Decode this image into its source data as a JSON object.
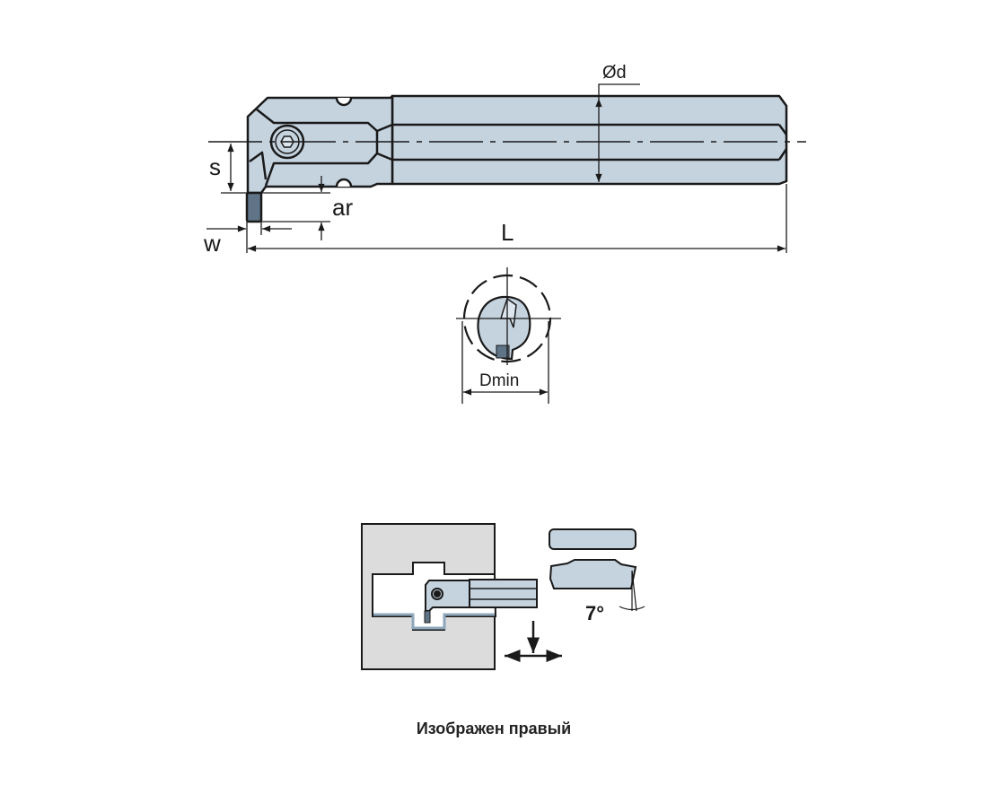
{
  "labels": {
    "s": "s",
    "ar": "ar",
    "w": "w",
    "L": "L",
    "d": "Ød",
    "dmin": "Dmin",
    "angle": "7°"
  },
  "caption": "Изображен правый",
  "colors": {
    "body": "#c5d3df",
    "insert": "#5f7487",
    "workpiece": "#dcdcdc",
    "line": "#1a1a1a",
    "surface": "#8fa7bb"
  }
}
